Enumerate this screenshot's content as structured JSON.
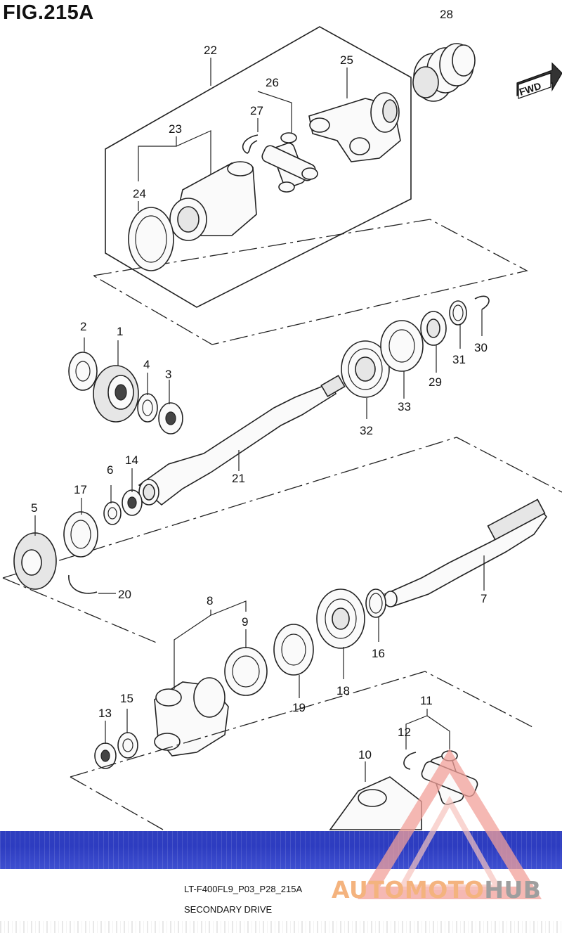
{
  "figure": {
    "title": "FIG.215A",
    "code": "LT-F400FL9_P03_P28_215A",
    "name": "SECONDARY DRIVE",
    "direction": "FWD"
  },
  "callouts": [
    "1",
    "2",
    "3",
    "4",
    "5",
    "6",
    "7",
    "8",
    "9",
    "10",
    "11",
    "12",
    "13",
    "14",
    "15",
    "16",
    "17",
    "18",
    "19",
    "20",
    "21",
    "22",
    "23",
    "24",
    "25",
    "26",
    "27",
    "28",
    "29",
    "30",
    "31",
    "32",
    "33"
  ],
  "watermark": {
    "part1": "AUTOMOTO",
    "part2": "HUB"
  }
}
